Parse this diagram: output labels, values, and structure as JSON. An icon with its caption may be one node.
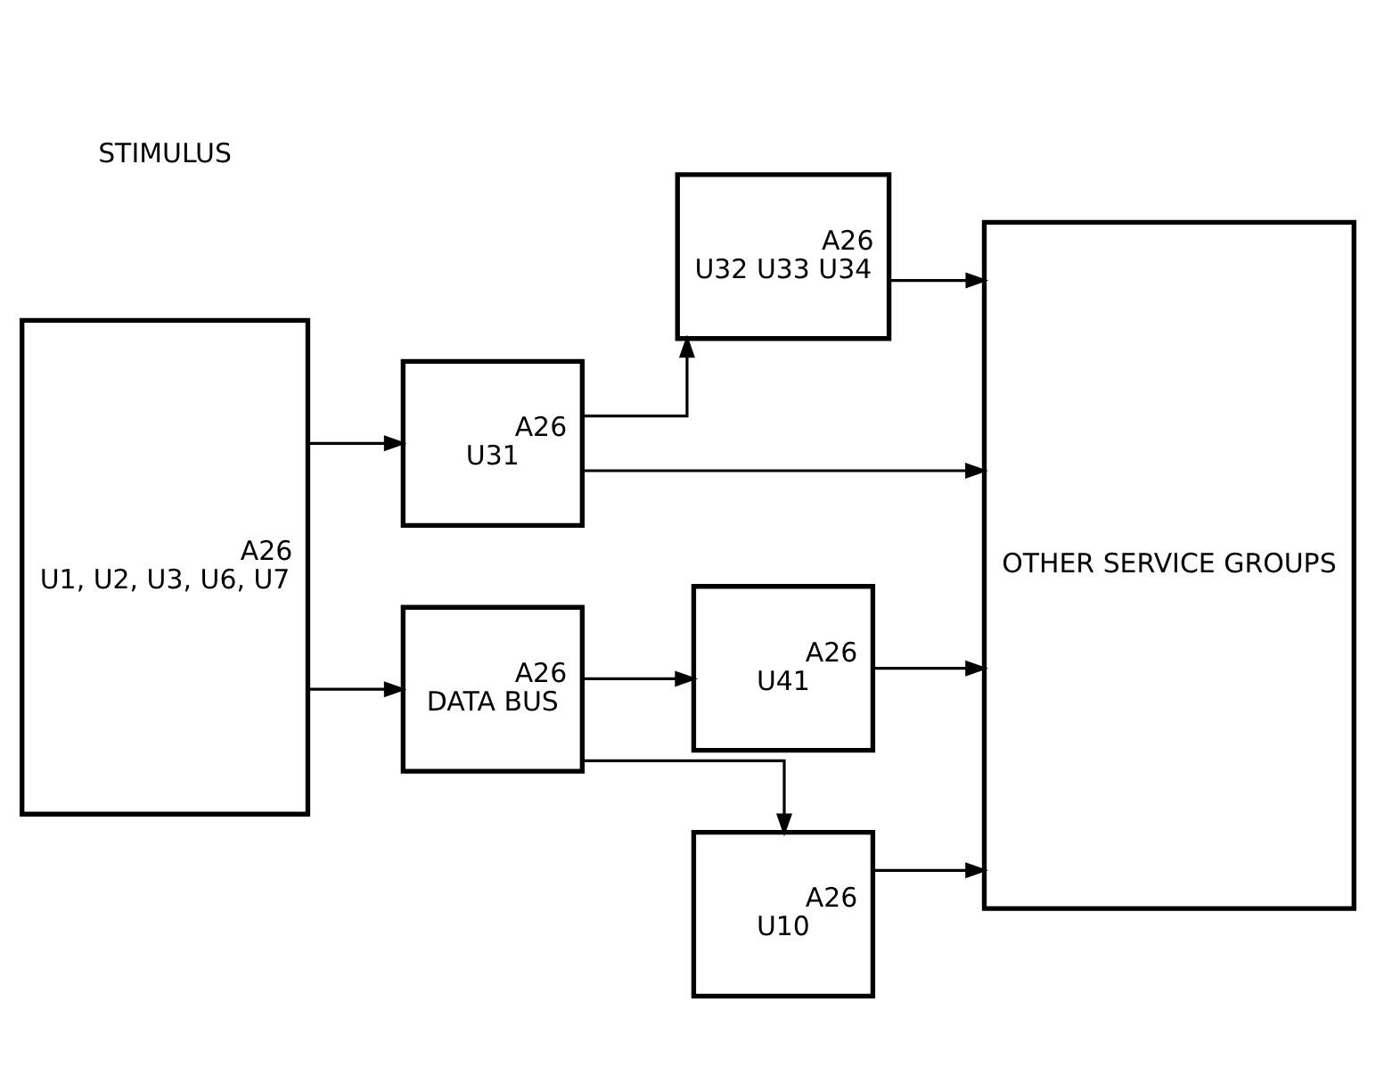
{
  "diagram": {
    "nodes": [
      {
        "text": [
          "A26",
          "U1, U2, U3, U6, U7"
        ]
      },
      {
        "text": [
          "A26",
          "U31"
        ]
      },
      {
        "text": [
          "A26",
          "U32 U33 U34"
        ]
      },
      {
        "text": [
          "OTHER SERVICE GROUPS"
        ]
      },
      {
        "text": [
          "A26",
          "DATA BUS"
        ]
      },
      {
        "text": [
          "A26",
          "U41"
        ]
      },
      {
        "text": [
          "A26",
          "U10"
        ]
      }
    ],
    "edges": [
      {
        "from": 0,
        "to": 1,
        "arrow": "to"
      },
      {
        "from": 1,
        "to": 2,
        "arrow": "to"
      },
      {
        "from": 1,
        "to": 3,
        "arrow": "to"
      },
      {
        "from": 2,
        "to": 3,
        "arrow": "to"
      },
      {
        "from": 0,
        "to": 4,
        "arrow": "to"
      },
      {
        "from": 4,
        "to": 5,
        "arrow": "to"
      },
      {
        "from": 4,
        "to": 6,
        "arrow": "to"
      },
      {
        "from": 5,
        "to": 3,
        "arrow": "to"
      },
      {
        "from": 6,
        "to": 3,
        "arrow": "to"
      }
    ],
    "labels": [
      "STIMULUS"
    ]
  }
}
